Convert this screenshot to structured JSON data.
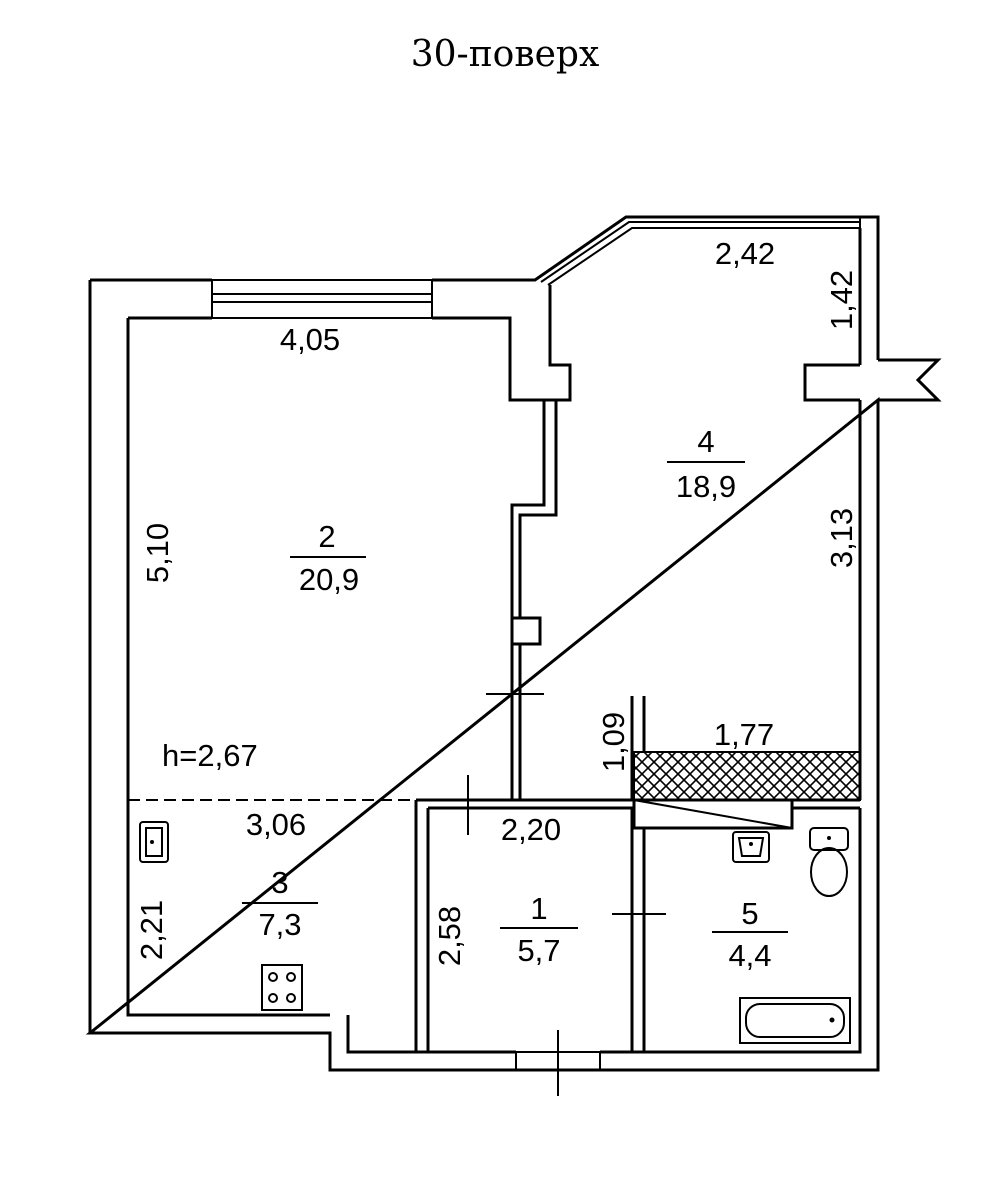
{
  "title": "30-поверх",
  "rooms": [
    {
      "id": "1",
      "number": "1",
      "area": "5,7"
    },
    {
      "id": "2",
      "number": "2",
      "area": "20,9"
    },
    {
      "id": "3",
      "number": "3",
      "area": "7,3"
    },
    {
      "id": "4",
      "number": "4",
      "area": "18,9"
    },
    {
      "id": "5",
      "number": "5",
      "area": "4,4"
    }
  ],
  "ceiling_height": "h=2,67",
  "dimensions": {
    "room2_width": "4,05",
    "room2_length": "5,10",
    "room3_width": "3,06",
    "room3_length": "2,21",
    "room1_width": "2,20",
    "room1_length": "2,58",
    "room4_top": "2,42",
    "room4_balcony": "1,42",
    "room4_length": "3,13",
    "niche_width": "1,77",
    "niche_depth": "1,09"
  },
  "icons": [
    "sink-icon",
    "stove-icon",
    "toilet-icon",
    "bathtub-icon",
    "washbasin-icon",
    "door-marker-icon",
    "entry-arrow-icon"
  ]
}
